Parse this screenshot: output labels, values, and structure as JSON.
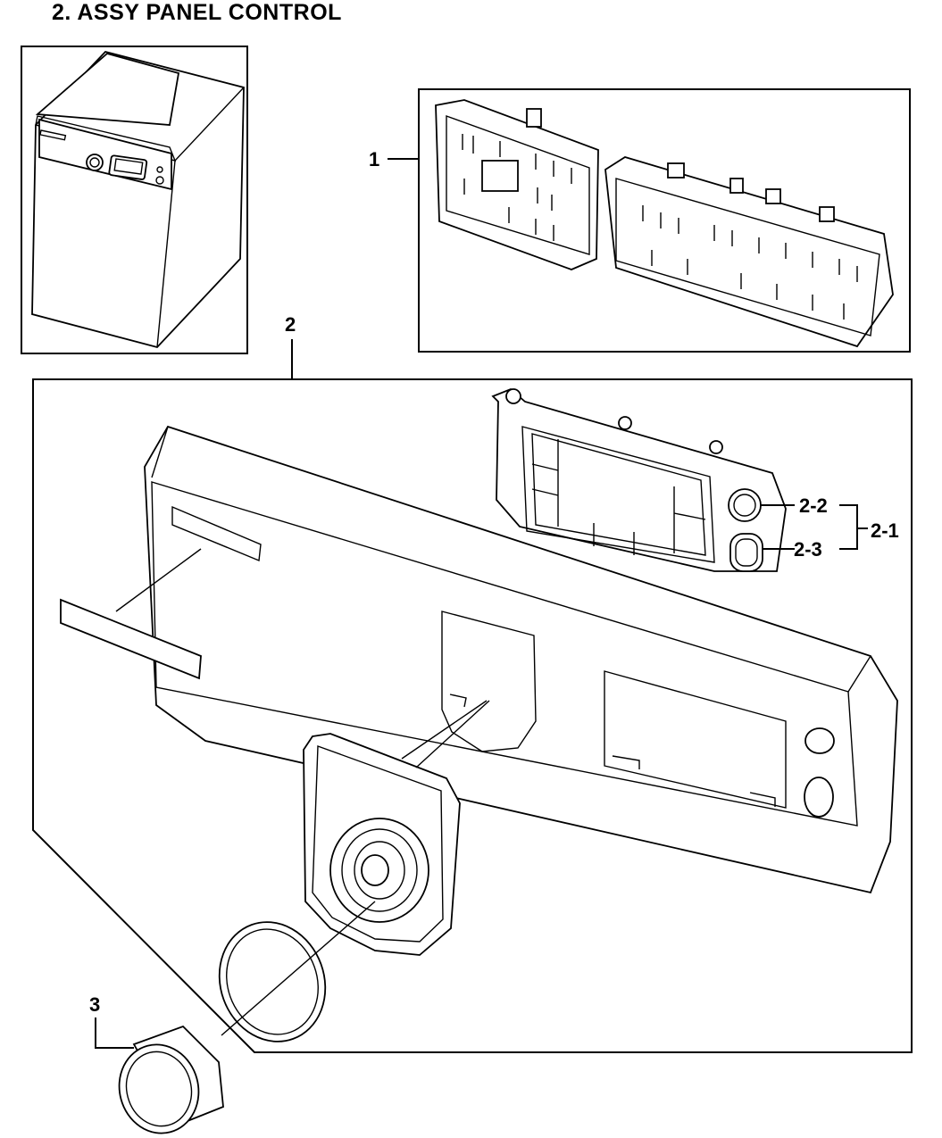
{
  "diagram": {
    "title": "2. ASSY PANEL CONTROL",
    "callouts": {
      "c1": "1",
      "c2": "2",
      "c2_1": "2-1",
      "c2_2": "2-2",
      "c2_3": "2-3",
      "c3": "3"
    },
    "parts": [
      {
        "ref": "1",
        "name": "pcb-assembly"
      },
      {
        "ref": "2",
        "name": "control-panel-assembly"
      },
      {
        "ref": "2-1",
        "name": "display-frame-assembly"
      },
      {
        "ref": "2-2",
        "name": "button-upper"
      },
      {
        "ref": "2-3",
        "name": "button-lower"
      },
      {
        "ref": "3",
        "name": "knob"
      }
    ]
  }
}
